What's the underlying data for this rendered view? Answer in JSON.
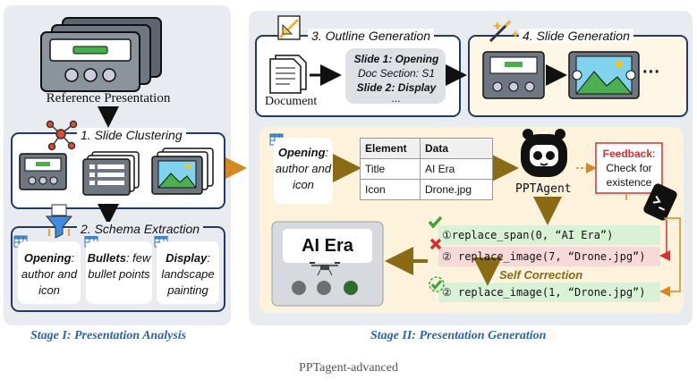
{
  "stage1": {
    "label": "Stage I: Presentation Analysis",
    "reference": "Reference Presentation",
    "clustering": "1. Slide Clustering",
    "schema": "2. Schema Extraction",
    "cards": [
      {
        "title": "Opening",
        "rest": ": author and icon"
      },
      {
        "title": "Bullets",
        "rest": ": few bullet points"
      },
      {
        "title": "Display",
        "rest": ": landscape painting"
      }
    ]
  },
  "stage2": {
    "label": "Stage II: Presentation Generation",
    "outline_title": "3. Outline Generation",
    "document": "Document",
    "outline_lines": [
      "Slide 1: Opening",
      "Doc Section: S1",
      "Slide 2: Display",
      "..."
    ],
    "slidegen_title": "4. Slide Generation",
    "ellipsis": "···",
    "opening_card": {
      "title": "Opening",
      "rest": ": author and icon"
    },
    "table": {
      "headers": [
        "Element",
        "Data"
      ],
      "rows": [
        [
          "Title",
          "AI Era"
        ],
        [
          "Icon",
          "Drone.jpg"
        ]
      ]
    },
    "agent": "PPTAgent",
    "feedback_label": "Feedback",
    "feedback_text": ": Check for existence",
    "slide_title": "AI Era",
    "code_lines": [
      "①replace_span(0, “AI Era”)",
      "② replace_image(7, “Drone.jpg”)",
      "② replace_image(1, “Drone.jpg”)"
    ],
    "self_correction": "Self Correction"
  },
  "caption": "PPTagent-advanced",
  "colors": {
    "accent": "#2a63b4",
    "arrow_gold": "#8a6a12",
    "orange": "#e0861a",
    "green": "#3aa63a",
    "red": "#d93030"
  }
}
